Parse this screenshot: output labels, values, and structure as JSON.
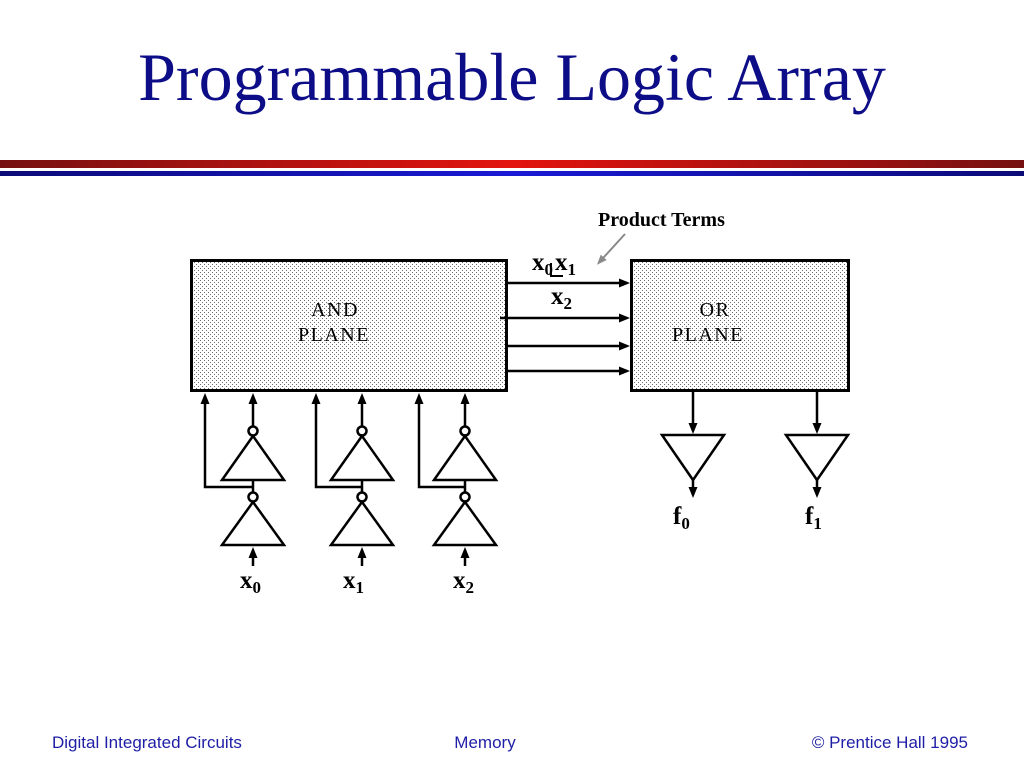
{
  "slide": {
    "title": "Programmable Logic Array",
    "footer": {
      "course": "Digital Integrated Circuits",
      "chapter": "Memory",
      "copyright": "© Prentice Hall 1995"
    }
  },
  "diagram": {
    "annotation": "Product Terms",
    "and_plane": {
      "label": [
        "AND",
        "PLANE"
      ]
    },
    "or_plane": {
      "label": [
        "OR",
        "PLANE"
      ]
    },
    "product_terms": [
      {
        "label": [
          {
            "var": "x",
            "sub": "0"
          },
          {
            "var": "x",
            "sub": "1"
          }
        ]
      },
      {
        "label": [
          {
            "var": "x",
            "sub": "2"
          }
        ]
      },
      {
        "label": []
      },
      {
        "label": []
      }
    ],
    "inputs": [
      {
        "var": "x",
        "sub": "0"
      },
      {
        "var": "x",
        "sub": "1"
      },
      {
        "var": "x",
        "sub": "2"
      }
    ],
    "outputs": [
      {
        "var": "f",
        "sub": "0"
      },
      {
        "var": "f",
        "sub": "1"
      }
    ]
  },
  "colors": {
    "title": "#0d0d88",
    "footer_text": "#1e1ea6",
    "rule_red_edge": "#761010",
    "rule_red_center": "#e3140e",
    "rule_blue_edge": "#0b0b78",
    "rule_blue_center": "#1a1ad6",
    "annotation_arrow": "#8a8a8a"
  }
}
